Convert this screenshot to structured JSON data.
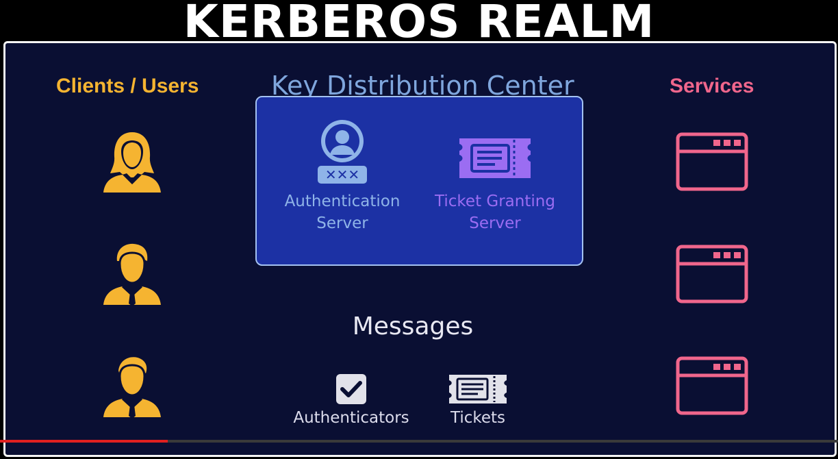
{
  "title": "KERBEROS REALM",
  "columns": {
    "clients_heading": "Clients / Users",
    "kdc_heading": "Key Distribution Center",
    "services_heading": "Services"
  },
  "kdc": {
    "auth_server": {
      "line1": "Authentication",
      "line2": "Server",
      "icon": "user-password-icon"
    },
    "tgs_server": {
      "line1": "Ticket Granting",
      "line2": "Server",
      "icon": "ticket-icon"
    }
  },
  "clients": [
    {
      "icon": "female-user-icon"
    },
    {
      "icon": "male-user-icon"
    },
    {
      "icon": "male-user-icon"
    }
  ],
  "services": [
    {
      "icon": "browser-window-icon"
    },
    {
      "icon": "browser-window-icon"
    },
    {
      "icon": "browser-window-icon"
    }
  ],
  "messages": {
    "heading": "Messages",
    "authenticators_label": "Authenticators",
    "tickets_label": "Tickets"
  },
  "colors": {
    "clients": "#f5b431",
    "services": "#f0668c",
    "kdc_heading": "#7fa6dd",
    "kdc_box": "#1c31a4",
    "auth_server": "#8fb4e8",
    "tgs_server": "#9b6df2",
    "realm_bg": "#0a0f33"
  },
  "video_progress": 0.2
}
